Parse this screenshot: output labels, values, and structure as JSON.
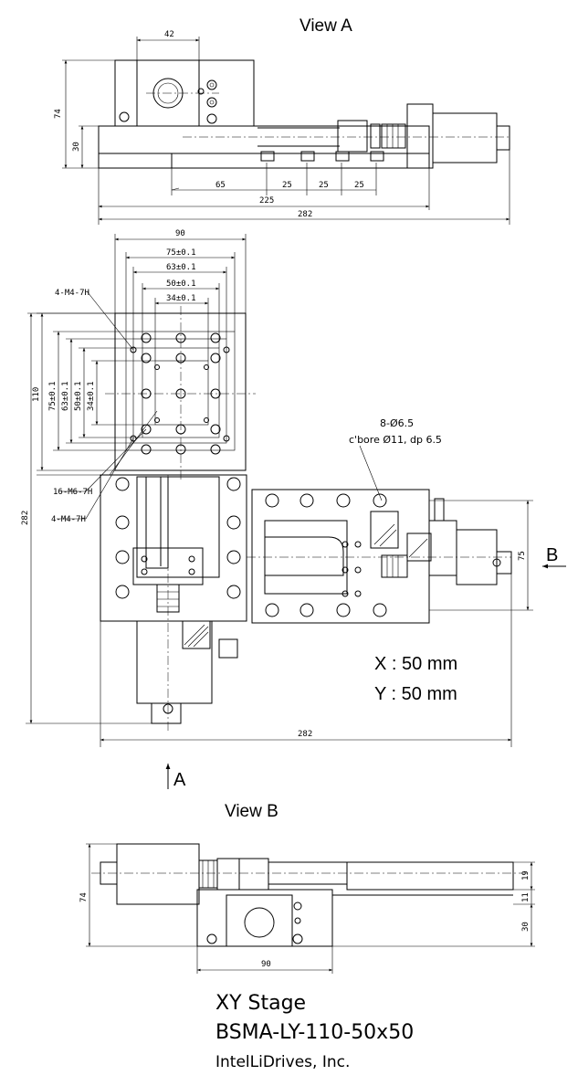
{
  "views": {
    "view_a": "View A",
    "view_b": "View B",
    "arrow_a": "A",
    "arrow_b": "B"
  },
  "dimensions": {
    "a_42": "42",
    "a_74": "74",
    "a_30": "30",
    "a_65": "65",
    "a_25_1": "25",
    "a_25_2": "25",
    "a_25_3": "25",
    "a_225": "225",
    "a_282": "282",
    "p_90": "90",
    "p_75": "75±0.1",
    "p_63": "63±0.1",
    "p_50": "50±0.1",
    "p_34": "34±0.1",
    "p_4m4_top": "4-M4-7H",
    "p_110": "110",
    "p_v75": "75±0.1",
    "p_v63": "63±0.1",
    "p_v50": "50±0.1",
    "p_v34": "34±0.1",
    "p_16m6": "16-M6-7H",
    "p_4m4_bot": "4-M4-7H",
    "p_282v": "282",
    "p_282h": "282",
    "p_r75": "75",
    "b_74": "74",
    "b_19": "19",
    "b_11": "11",
    "b_30": "30",
    "b_90": "90"
  },
  "notes": {
    "holes_line1": "8-Ø6.5",
    "holes_line2": "c'bore Ø11, dp 6.5",
    "travel_x": "X : 50 mm",
    "travel_y": "Y : 50 mm"
  },
  "title_block": {
    "product": "XY Stage",
    "model": "BSMA-LY-110-50x50",
    "company": "IntelLiDrives, Inc."
  }
}
